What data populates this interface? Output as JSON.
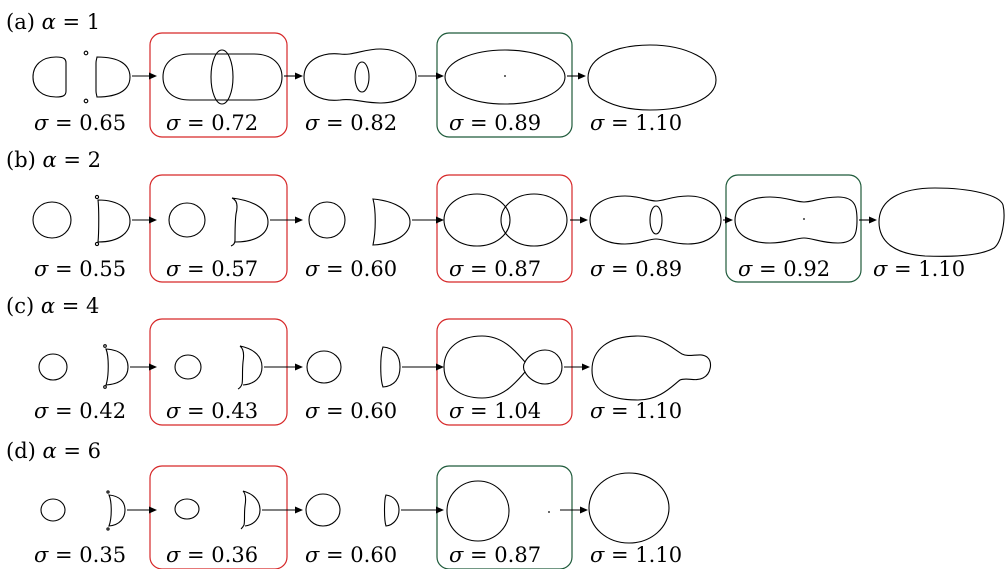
{
  "colors": {
    "red": "#d62728",
    "green": "#1e5a3a",
    "ink": "#000000"
  },
  "rows": [
    {
      "label_prefix": "(a) ",
      "param_symbol": "α",
      "param_value": "1",
      "stages": [
        {
          "sym": "σ",
          "value": "0.65",
          "box": "none"
        },
        {
          "sym": "σ",
          "value": "0.72",
          "box": "red"
        },
        {
          "sym": "σ",
          "value": "0.82",
          "box": "none"
        },
        {
          "sym": "σ",
          "value": "0.89",
          "box": "green"
        },
        {
          "sym": "σ",
          "value": "1.10",
          "box": "none"
        }
      ]
    },
    {
      "label_prefix": "(b) ",
      "param_symbol": "α",
      "param_value": "2",
      "stages": [
        {
          "sym": "σ",
          "value": "0.55",
          "box": "none"
        },
        {
          "sym": "σ",
          "value": "0.57",
          "box": "red"
        },
        {
          "sym": "σ",
          "value": "0.60",
          "box": "none"
        },
        {
          "sym": "σ",
          "value": "0.87",
          "box": "red"
        },
        {
          "sym": "σ",
          "value": "0.89",
          "box": "none"
        },
        {
          "sym": "σ",
          "value": "0.92",
          "box": "green"
        },
        {
          "sym": "σ",
          "value": "1.10",
          "box": "none"
        }
      ]
    },
    {
      "label_prefix": "(c) ",
      "param_symbol": "α",
      "param_value": "4",
      "stages": [
        {
          "sym": "σ",
          "value": "0.42",
          "box": "none"
        },
        {
          "sym": "σ",
          "value": "0.43",
          "box": "red"
        },
        {
          "sym": "σ",
          "value": "0.60",
          "box": "none"
        },
        {
          "sym": "σ",
          "value": "1.04",
          "box": "red"
        },
        {
          "sym": "σ",
          "value": "1.10",
          "box": "none"
        }
      ]
    },
    {
      "label_prefix": "(d) ",
      "param_symbol": "α",
      "param_value": "6",
      "stages": [
        {
          "sym": "σ",
          "value": "0.35",
          "box": "none"
        },
        {
          "sym": "σ",
          "value": "0.36",
          "box": "red"
        },
        {
          "sym": "σ",
          "value": "0.60",
          "box": "none"
        },
        {
          "sym": "σ",
          "value": "0.87",
          "box": "green"
        },
        {
          "sym": "σ",
          "value": "1.10",
          "box": "none"
        }
      ]
    }
  ]
}
